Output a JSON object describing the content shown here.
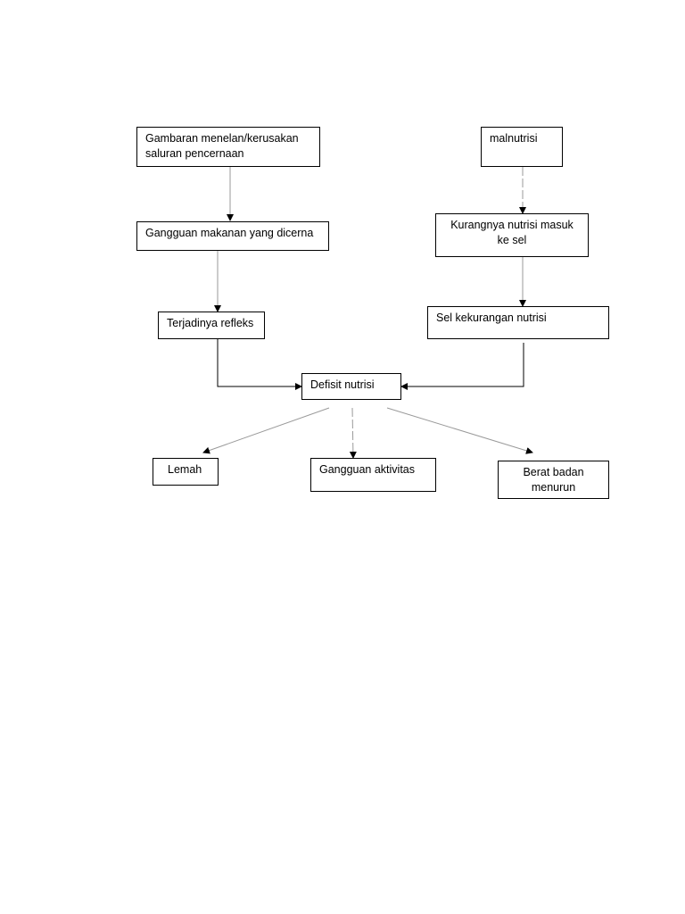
{
  "colors": {
    "box_border": "#000000",
    "arrow_solid": "#000000",
    "arrow_faint": "#9a9a9a",
    "background": "#ffffff"
  },
  "nodes": {
    "gambaran": "Gambaran menelan/kerusakan\nsaluran pencernaan",
    "gangguan_makanan": "Gangguan makanan yang dicerna",
    "terjadinya_refleks": "Terjadinya refleks",
    "malnutrisi": "malnutrisi",
    "kurangnya_nutrisi": "Kurangnya nutrisi masuk\nke sel",
    "sel_kekurangan": "Sel kekurangan nutrisi",
    "defisit_nutrisi": "Defisit nutrisi",
    "lemah": "Lemah",
    "gangguan_aktivitas": "Gangguan aktivitas",
    "berat_badan": "Berat badan\nmenurun"
  }
}
